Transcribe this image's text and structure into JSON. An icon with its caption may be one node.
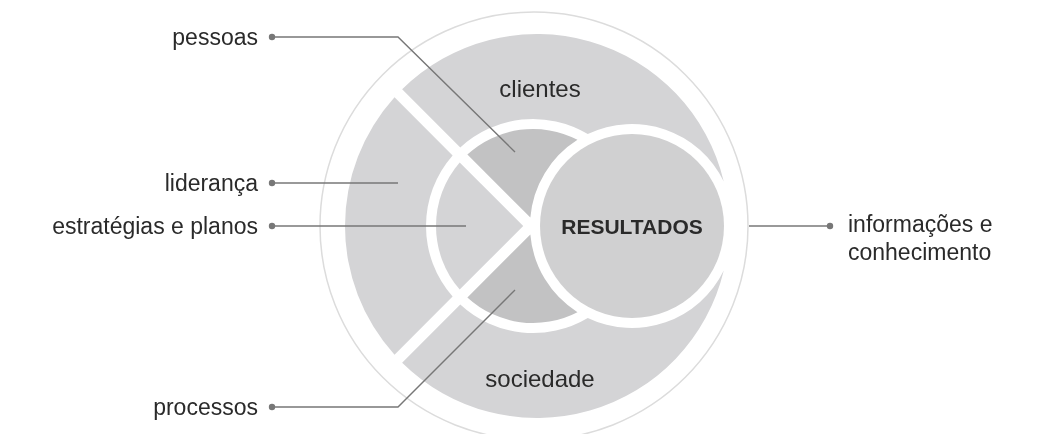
{
  "diagram": {
    "nodes": [
      {
        "text": [
          "pessoas"
        ]
      },
      {
        "text": [
          "liderança"
        ]
      },
      {
        "text": [
          "estratégias e planos"
        ]
      },
      {
        "text": [
          "processos"
        ]
      },
      {
        "text": [
          "informações e conhecimento"
        ]
      },
      {
        "text": [],
        "shape": "circle"
      },
      {
        "text": [
          "clientes"
        ],
        "in": 5
      },
      {
        "text": [],
        "shape": "band",
        "in": 5
      },
      {
        "text": [
          "sociedade"
        ],
        "in": 5
      },
      {
        "text": [],
        "shape": "wedge",
        "in": 5
      },
      {
        "text": [],
        "shape": "segment",
        "in": 5
      },
      {
        "text": [],
        "shape": "segment",
        "in": 5
      },
      {
        "text": [
          "RESULTADOS"
        ],
        "in": 5
      }
    ],
    "edges": [
      {
        "from": 0,
        "to": 10,
        "arrow": "other"
      },
      {
        "from": 1,
        "to": 7,
        "arrow": "other"
      },
      {
        "from": 2,
        "to": 9,
        "arrow": "other"
      },
      {
        "from": 3,
        "to": 11,
        "arrow": "other"
      },
      {
        "from": 4,
        "to": 5,
        "arrow": "other"
      }
    ]
  }
}
